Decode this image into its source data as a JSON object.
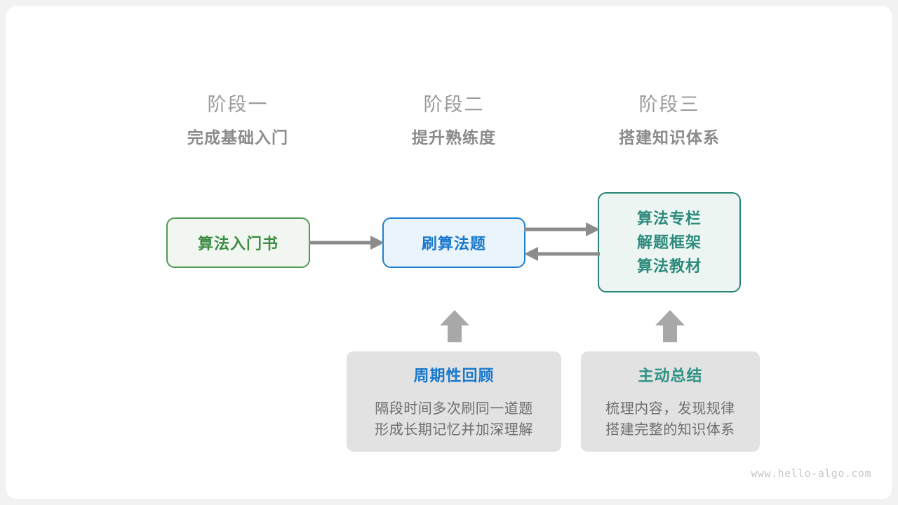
{
  "stages": [
    {
      "index": "阶段一",
      "title": "完成基础入门"
    },
    {
      "index": "阶段二",
      "title": "提升熟练度"
    },
    {
      "index": "阶段三",
      "title": "搭建知识体系"
    }
  ],
  "boxes": {
    "book": {
      "label": "算法入门书",
      "color": "#3e8c45",
      "border": "#4f9a52",
      "fill": "#f1f7f0"
    },
    "practice": {
      "label": "刷算法题",
      "color": "#1878cd",
      "border": "#1f7fd0",
      "fill": "#eaf4fc"
    },
    "resources": {
      "lines": [
        "算法专栏",
        "解题框架",
        "算法教材"
      ],
      "color": "#2d8a7c",
      "border": "#2b8477",
      "fill": "#edf5f3"
    }
  },
  "notes": [
    {
      "title": "周期性回顾",
      "title_color": "#1878cd",
      "body": [
        "隔段时间多次刷同一道题",
        "形成长期记忆并加深理解"
      ]
    },
    {
      "title": "主动总结",
      "title_color": "#2d9385",
      "body": [
        "梳理内容，发现规律",
        "搭建完整的知识体系"
      ]
    }
  ],
  "connectors": {
    "arrow_color": "#8c8c8c",
    "book_to_practice": "arrow-right-icon",
    "practice_to_resources": "arrow-right-icon",
    "resources_to_practice": "arrow-left-icon",
    "review_to_practice": "arrow-up-icon",
    "summary_to_resources": "arrow-up-icon"
  },
  "watermark": "www.hello-algo.com"
}
